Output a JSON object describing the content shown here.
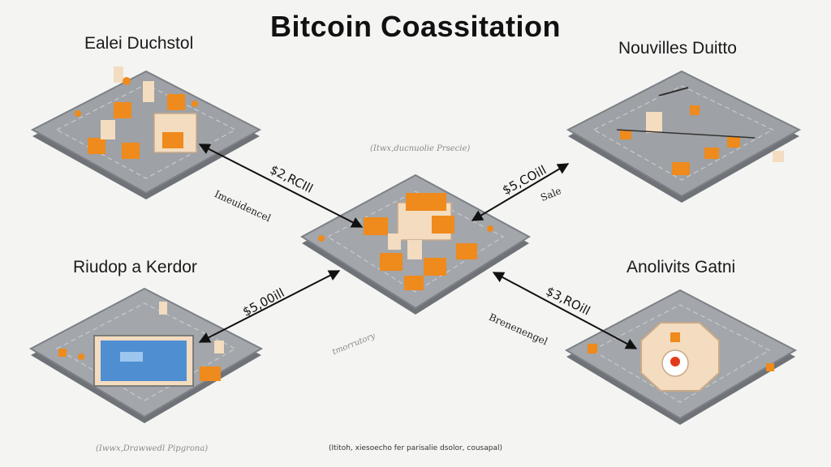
{
  "title": "Bitcoin Coassitation",
  "nodes": {
    "top_left": {
      "label": "Ealei Duchstol"
    },
    "top_right": {
      "label": "Nouvilles Duitto"
    },
    "bottom_left": {
      "label": "Riudop a Kerdor"
    },
    "bottom_right": {
      "label": "Anolivits Gatni"
    },
    "center": {
      "label": ""
    }
  },
  "edges": [
    {
      "id": "tl",
      "label": "$2,RCIll",
      "note": "Imeuidencel"
    },
    {
      "id": "tr",
      "label": "$5,COill",
      "note": "Sale"
    },
    {
      "id": "bl",
      "label": "$5,00ill",
      "note": ""
    },
    {
      "id": "br",
      "label": "$3,ROill",
      "note": "Brenenengel"
    }
  ],
  "captions": {
    "center_top": "(Itwx,ducnuolie Prsecie)",
    "center_left": "tmorrutory",
    "bottom_left": "(Iwwx,Drawwedl Pipgrona)"
  },
  "footer": "(Ititoh, xiesoecho fer parisalie dsolor, cousapal)",
  "colors": {
    "platform": "#9ea1a5",
    "platform_side": "#6f7378",
    "tile": "#ef8a1c",
    "screen": "#4f8fd1",
    "building": "#f3dcc0",
    "background": "#f4f5f3"
  }
}
